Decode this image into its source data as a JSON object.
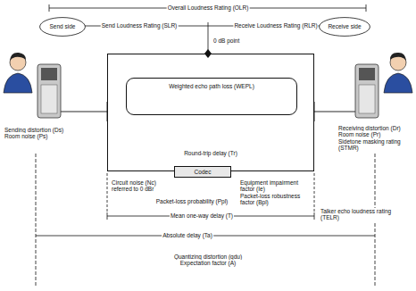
{
  "diagram": {
    "nodes": [
      {
        "text": [
          "Send side"
        ]
      },
      {
        "text": [
          "Receive side"
        ]
      },
      {
        "text": [
          "Round-trip delay (Tr)"
        ]
      },
      {
        "text": [
          "Weighted echo path loss (WEPL)"
        ],
        "in": 2
      },
      {
        "text": [
          "Codec"
        ]
      }
    ],
    "labels": [
      "Overall Loudness Rating (OLR)",
      "Send Loudness Rating (SLR)",
      "Receive Loudness Rating (RLR)",
      "0 dB point",
      "Sending distortion (Ds)",
      "Room noise (Ps)",
      "Receiving distortion (Dr)",
      "Room noise (Pr)",
      "Sidetone masking rating (STMR)",
      "Circuit noise (Nc) referred to 0 dBr",
      "Equipment impairment factor (Ie)",
      "Packet-loss robustness factor (Bpl)",
      "Packet-loss probability (Ppl)",
      "Mean one-way delay (T)",
      "Talker echo loudness rating (TELR)",
      "Absolute delay (Ta)",
      "Quantizing distortion (qdu)",
      "Expectation factor (A)"
    ]
  }
}
